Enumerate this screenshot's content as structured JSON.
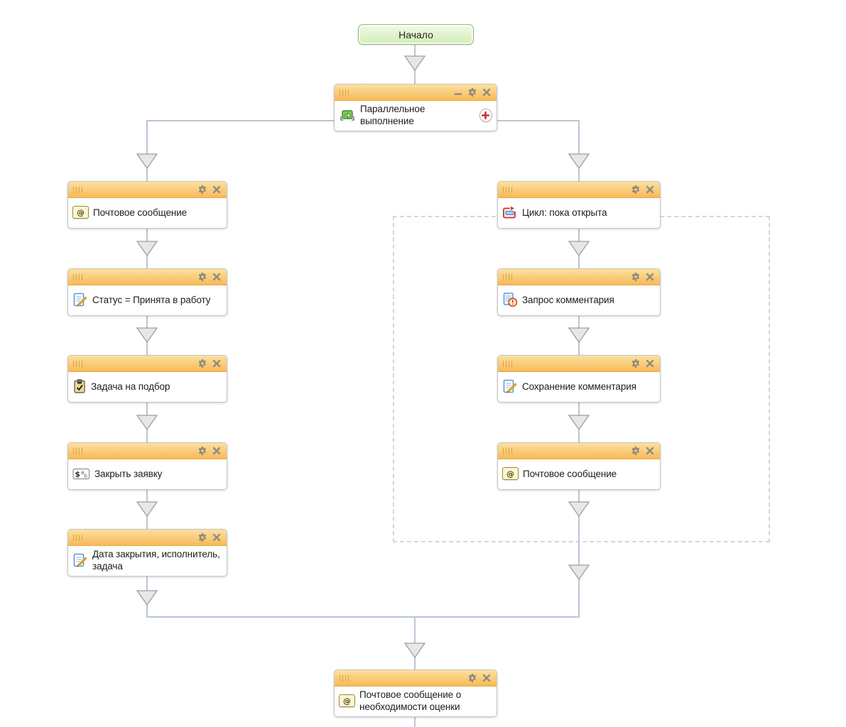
{
  "diagram": {
    "title": "Workflow designer canvas",
    "start_label": "Начало",
    "nodes": [
      {
        "id": 0,
        "title": "Параллельное выполнение",
        "icon": "parallel-icon",
        "header_buttons": [
          "minimize",
          "settings",
          "close"
        ],
        "extra": "add-branch-button"
      },
      {
        "id": 1,
        "title": "Почтовое сообщение",
        "icon": "mail-icon",
        "header_buttons": [
          "settings",
          "close"
        ]
      },
      {
        "id": 2,
        "title": "Статус = Принята в работу",
        "icon": "edit-icon",
        "header_buttons": [
          "settings",
          "close"
        ]
      },
      {
        "id": 3,
        "title": "Задача на подбор",
        "icon": "task-icon",
        "header_buttons": [
          "settings",
          "close"
        ]
      },
      {
        "id": 4,
        "title": "Закрыть заявку",
        "icon": "money-field-icon",
        "header_buttons": [
          "settings",
          "close"
        ]
      },
      {
        "id": 5,
        "title": "Дата закрытия, исполнитель, задача",
        "icon": "edit-icon",
        "header_buttons": [
          "settings",
          "close"
        ]
      },
      {
        "id": 6,
        "title": "Цикл: пока открыта",
        "icon": "loop-icon",
        "header_buttons": [
          "settings",
          "close"
        ]
      },
      {
        "id": 7,
        "title": "Запрос комментария",
        "icon": "doc-warning-icon",
        "header_buttons": [
          "settings",
          "close"
        ]
      },
      {
        "id": 8,
        "title": "Сохранение комментария",
        "icon": "edit-icon",
        "header_buttons": [
          "settings",
          "close"
        ]
      },
      {
        "id": 9,
        "title": "Почтовое сообщение",
        "icon": "mail-icon",
        "header_buttons": [
          "settings",
          "close"
        ]
      },
      {
        "id": 10,
        "title": "Почтовое сообщение о необходимости оценки",
        "icon": "mail-icon",
        "header_buttons": [
          "settings",
          "close"
        ]
      }
    ],
    "icons": {
      "mail_glyph": "@"
    },
    "colors": {
      "header_gradient_top": "#fde09f",
      "header_gradient_bottom": "#f6ba58",
      "node_border": "#c6c6c6",
      "connector": "#b9c6d6",
      "arrow_fill": "#e7e7e7",
      "arrow_stroke": "#9aa0a6",
      "start_fill_top": "#f2fae8",
      "start_fill_bottom": "#d3ecb8",
      "start_border": "#8fbb70",
      "loop_region_border": "#d6d6d6",
      "header_icon": "#8d8d80",
      "add_plus": "#c53030"
    }
  }
}
